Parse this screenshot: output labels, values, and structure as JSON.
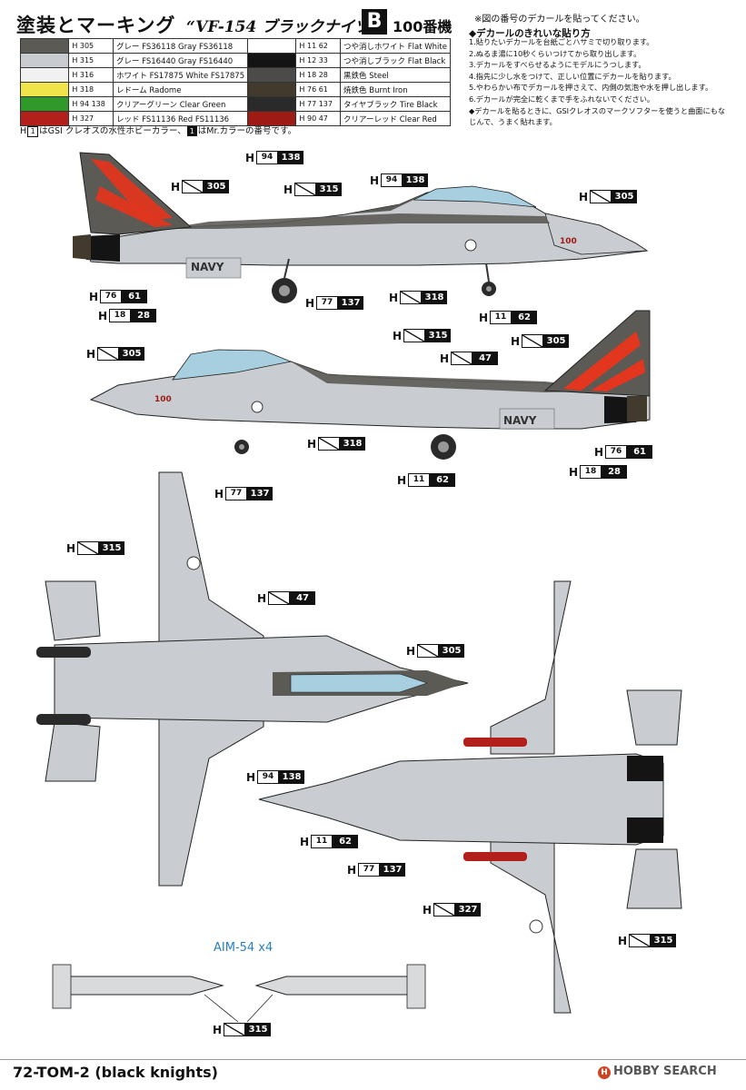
{
  "header": {
    "title": "塗装とマーキング",
    "subtitle": "“VF-154 ブラックナイツ”",
    "variant_letter": "B",
    "aircraft_number": "100番機"
  },
  "color_table": {
    "left": [
      {
        "code": "305",
        "name": "グレー FS36118",
        "name_en": "Gray FS36118",
        "swatch": "#5b5a55"
      },
      {
        "code": "315",
        "name": "グレー FS16440",
        "name_en": "Gray FS16440",
        "swatch": "#c8ccd0"
      },
      {
        "code": "316",
        "name": "ホワイト FS17875",
        "name_en": "White FS17875",
        "swatch": "#f1f1f1"
      },
      {
        "code": "318",
        "name": "レドーム",
        "name_en": "Radome",
        "swatch": "#efe54a"
      },
      {
        "code": "94 138",
        "name": "クリアーグリーン",
        "name_en": "Clear Green",
        "swatch": "#2f9a2a"
      },
      {
        "code": "327",
        "name": "レッド FS11136",
        "name_en": "Red FS11136",
        "swatch": "#b3201c"
      }
    ],
    "right": [
      {
        "code": "11 62",
        "name": "つや消しホワイト",
        "name_en": "Flat White",
        "swatch": "#ffffff"
      },
      {
        "code": "12 33",
        "name": "つや消しブラック",
        "name_en": "Flat Black",
        "swatch": "#141414"
      },
      {
        "code": "18 28",
        "name": "黒鉄色",
        "name_en": "Steel",
        "swatch": "#4d4b49"
      },
      {
        "code": "76 61",
        "name": "焼鉄色",
        "name_en": "Burnt Iron",
        "swatch": "#433a2e"
      },
      {
        "code": "77 137",
        "name": "タイヤブラック",
        "name_en": "Tire Black",
        "swatch": "#2a2a2a"
      },
      {
        "code": "90 47",
        "name": "クリアーレッド",
        "name_en": "Clear Red",
        "swatch": "#9e1a14"
      }
    ]
  },
  "legend_note": {
    "prefix": "H",
    "box_a": "1",
    "text_a": "はGSI クレオスの水性ホビーカラー、",
    "box_b": "1",
    "text_b": "はMr.カラーの番号です。"
  },
  "decal_note": "※図の番号のデカールを貼ってください。",
  "howto": {
    "title": "◆デカールのきれいな貼り方",
    "steps": [
      "1.貼りたいデカールを台紙ごとハサミで切り取ります。",
      "2.ぬるま湯に10秒くらいつけてから取り出します。",
      "3.デカールをすべらせるようにモデルにうつします。",
      "4.指先に少し水をつけて、正しい位置にデカールを貼ります。",
      "5.やわらかい布でデカールを押さえて、内側の気泡や水を押し出します。",
      "6.デカールが完全に乾くまで手をふれないでください。",
      "◆デカールを貼るときに、GSIクレオスのマークソフターを使うと曲面にもなじんで、うまく貼れます。"
    ]
  },
  "paint_callouts": {
    "h_305": {
      "prefix": "H",
      "box": "305"
    },
    "h_315": {
      "prefix": "H",
      "box": "315"
    },
    "h_318": {
      "prefix": "H",
      "box": "318"
    },
    "h_327": {
      "prefix": "H",
      "box": "327"
    },
    "h_94_138": {
      "prefix": "H",
      "slot": "94",
      "box": "138"
    },
    "h_90_47": {
      "prefix": "H",
      "box": "47"
    },
    "h_76_61": {
      "prefix": "H",
      "slot": "76",
      "box": "61"
    },
    "h_18_28": {
      "prefix": "H",
      "slot": "18",
      "box": "28"
    },
    "h_11_62": {
      "prefix": "H",
      "slot": "11",
      "box": "62"
    },
    "h_77_137": {
      "prefix": "H",
      "slot": "77",
      "box": "137"
    }
  },
  "aircraft_text": {
    "navy": "NAVY",
    "modex": "100",
    "missile_label": "AIM-54 x4"
  },
  "footer": {
    "code": "72-TOM-2  (black knights)",
    "watermark_mark": "H",
    "watermark": "HOBBY SEARCH"
  },
  "colors": {
    "gray_light": "#c9cdd1",
    "gray_dark": "#5b5a55",
    "tail_red": "#e2361f",
    "radome": "#c9cdd1",
    "canopy": "#a7cfe0",
    "black": "#141414"
  }
}
